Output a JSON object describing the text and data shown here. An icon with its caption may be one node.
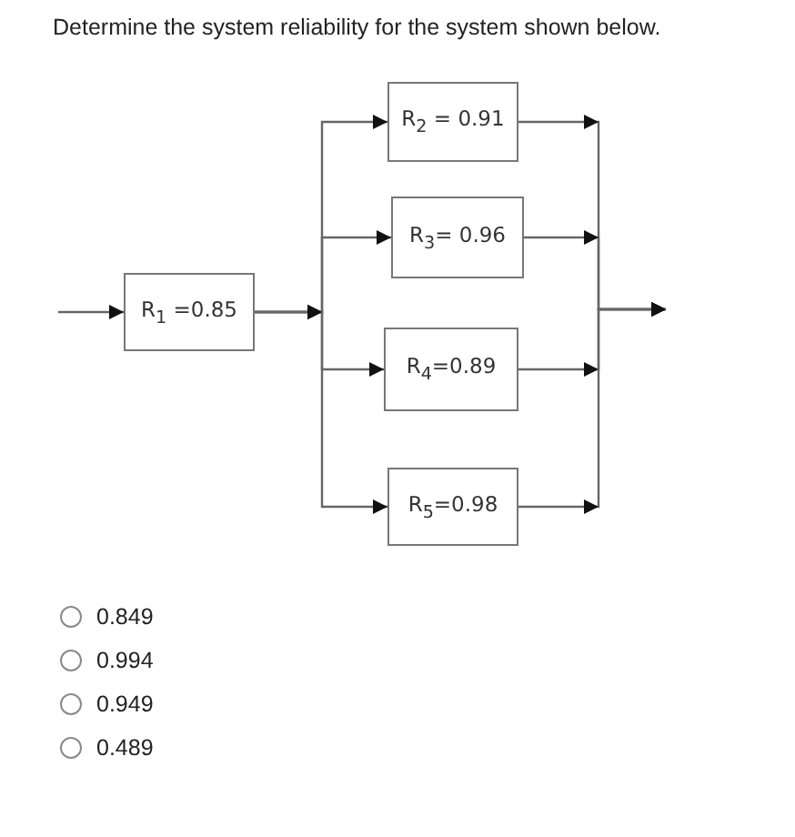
{
  "diagram": {
    "title": "Determine the system reliability for the system shown below.",
    "nodes": [
      {
        "text": [
          "R$_{1}$ =0.85"
        ]
      },
      {
        "text": [
          "R$_{2}$ = 0.91"
        ]
      },
      {
        "text": [
          "R$_{3}$= 0.96"
        ]
      },
      {
        "text": [
          "R$_{4}$=0.89"
        ]
      },
      {
        "text": [
          "R$_{5}$=0.98"
        ]
      }
    ],
    "edges": [
      {
        "from": null,
        "to": 0,
        "arrow": "to"
      },
      {
        "from": 0,
        "to": 1,
        "arrow": "to"
      },
      {
        "from": 0,
        "to": 2,
        "arrow": "to"
      },
      {
        "from": 0,
        "to": 3,
        "arrow": "to"
      },
      {
        "from": 0,
        "to": 4,
        "arrow": "to"
      },
      {
        "from": 1,
        "to": null,
        "arrow": "to"
      },
      {
        "from": 2,
        "to": null,
        "arrow": "to"
      },
      {
        "from": 3,
        "to": null,
        "arrow": "to"
      },
      {
        "from": 4,
        "to": null,
        "arrow": "to"
      }
    ],
    "labels": [
      "0.849",
      "0.994",
      "0.949",
      "0.489"
    ]
  }
}
